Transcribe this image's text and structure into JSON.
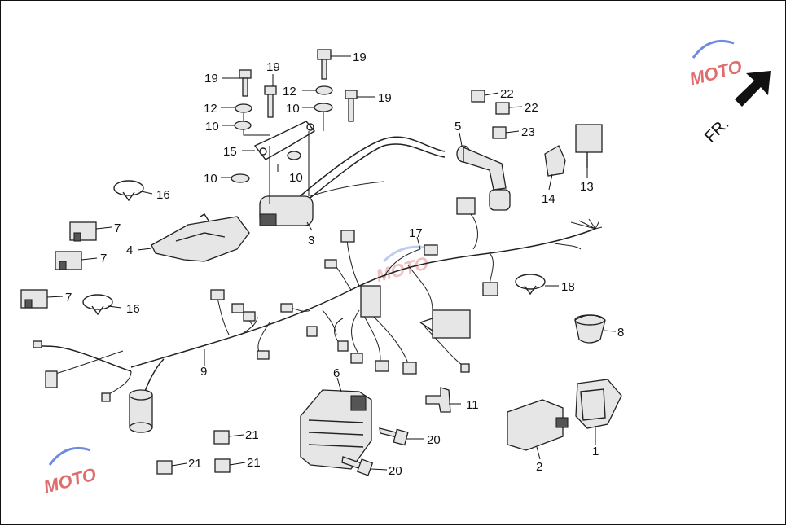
{
  "diagram": {
    "direction_label": "FR.",
    "watermark_text": "MOTO",
    "colors": {
      "ink": "#222222",
      "watermark_red": "#d94a4a",
      "watermark_blue": "#4a6fd9"
    },
    "callouts": [
      "1",
      "2",
      "3",
      "4",
      "5",
      "6",
      "7",
      "8",
      "9",
      "10",
      "11",
      "12",
      "13",
      "14",
      "15",
      "16",
      "17",
      "18",
      "19",
      "20",
      "21",
      "22",
      "23"
    ],
    "labels": [
      {
        "id": "c19a",
        "text": "19"
      },
      {
        "id": "c19b",
        "text": "19"
      },
      {
        "id": "c19c",
        "text": "19"
      },
      {
        "id": "c19d",
        "text": "19"
      },
      {
        "id": "c12a",
        "text": "12"
      },
      {
        "id": "c12b",
        "text": "12"
      },
      {
        "id": "c10a",
        "text": "10"
      },
      {
        "id": "c10b",
        "text": "10"
      },
      {
        "id": "c10c",
        "text": "10"
      },
      {
        "id": "c10d",
        "text": "10"
      },
      {
        "id": "c15",
        "text": "15"
      },
      {
        "id": "c16a",
        "text": "16"
      },
      {
        "id": "c16b",
        "text": "16"
      },
      {
        "id": "c7a",
        "text": "7"
      },
      {
        "id": "c7b",
        "text": "7"
      },
      {
        "id": "c7c",
        "text": "7"
      },
      {
        "id": "c4",
        "text": "4"
      },
      {
        "id": "c3",
        "text": "3"
      },
      {
        "id": "c5",
        "text": "5"
      },
      {
        "id": "c22a",
        "text": "22"
      },
      {
        "id": "c22b",
        "text": "22"
      },
      {
        "id": "c23",
        "text": "23"
      },
      {
        "id": "c14",
        "text": "14"
      },
      {
        "id": "c13",
        "text": "13"
      },
      {
        "id": "c17",
        "text": "17"
      },
      {
        "id": "c18",
        "text": "18"
      },
      {
        "id": "c8",
        "text": "8"
      },
      {
        "id": "c9",
        "text": "9"
      },
      {
        "id": "c6",
        "text": "6"
      },
      {
        "id": "c11",
        "text": "11"
      },
      {
        "id": "c20a",
        "text": "20"
      },
      {
        "id": "c20b",
        "text": "20"
      },
      {
        "id": "c21a",
        "text": "21"
      },
      {
        "id": "c21b",
        "text": "21"
      },
      {
        "id": "c21c",
        "text": "21"
      },
      {
        "id": "c2",
        "text": "2"
      },
      {
        "id": "c1",
        "text": "1"
      }
    ]
  }
}
